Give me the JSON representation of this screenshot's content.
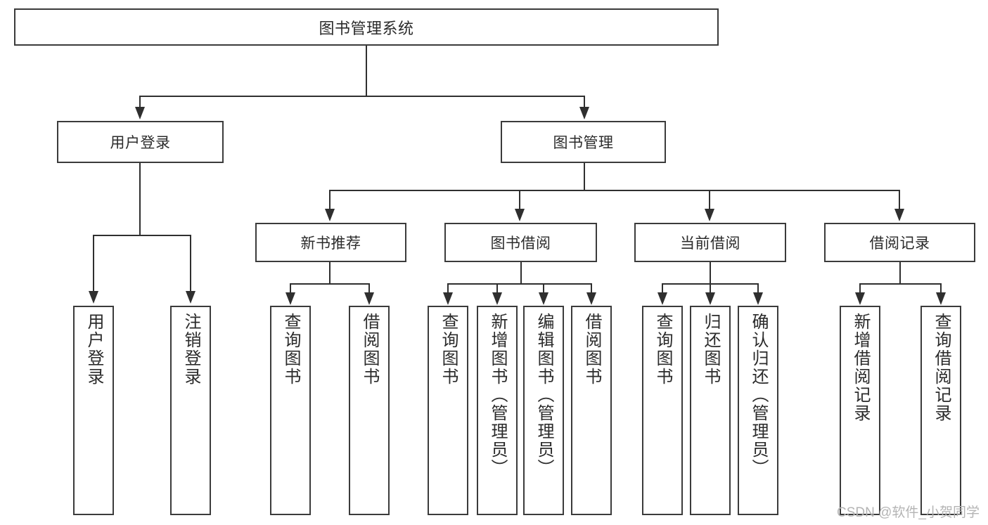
{
  "diagram": {
    "title": "图书管理系统",
    "root": {
      "label": "图书管理系统"
    },
    "level2": [
      {
        "label": "用户登录"
      },
      {
        "label": "图书管理"
      }
    ],
    "level3": [
      {
        "label": "新书推荐"
      },
      {
        "label": "图书借阅"
      },
      {
        "label": "当前借阅"
      },
      {
        "label": "借阅记录"
      }
    ],
    "leaves": [
      {
        "label": "用户登录"
      },
      {
        "label": "注销登录"
      },
      {
        "label": "查询图书"
      },
      {
        "label": "借阅图书"
      },
      {
        "label": "查询图书"
      },
      {
        "label": "新增图书（管理员）"
      },
      {
        "label": "编辑图书（管理员）"
      },
      {
        "label": "借阅图书"
      },
      {
        "label": "查询图书"
      },
      {
        "label": "归还图书"
      },
      {
        "label": "确认归还（管理员）"
      },
      {
        "label": "新增借阅记录"
      },
      {
        "label": "查询借阅记录"
      }
    ]
  },
  "watermark": {
    "text": "CSDN @软件_小贺同学"
  },
  "colors": {
    "stroke": "#3b3b3b",
    "line": "#2f2f2f",
    "text": "#2b2b2b",
    "background": "#ffffff",
    "watermark": "#b4b4b4"
  }
}
